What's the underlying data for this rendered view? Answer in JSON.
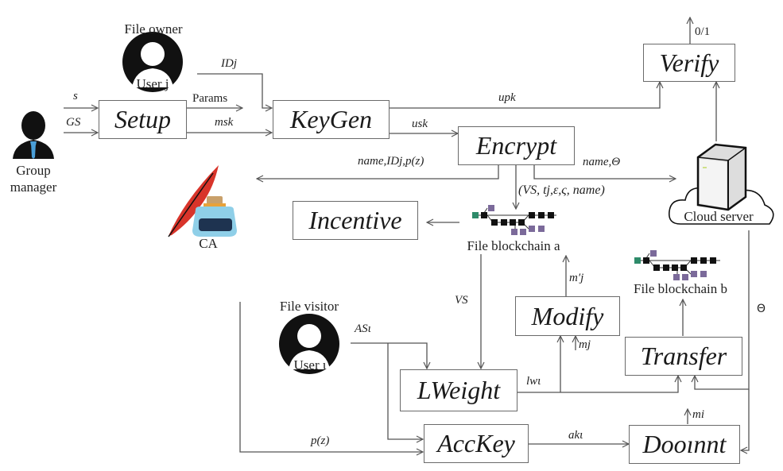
{
  "actors": {
    "group_manager": "Group\nmanager",
    "group_manager_line1": "Group",
    "group_manager_line2": "manager",
    "file_owner": "File owner",
    "user_j": "User j",
    "file_visitor": "File visitor",
    "user_i": "User ι",
    "ca": "CA",
    "cloud_server": "Cloud server"
  },
  "boxes": {
    "setup": "Setup",
    "keygen": "KeyGen",
    "encrypt": "Encrypt",
    "verify": "Verify",
    "incentive": "Incentive",
    "modify": "Modify",
    "transfer": "Transfer",
    "lweight": "LWeight",
    "acckey": "AccKey",
    "decrypt": "Dooınnt"
  },
  "blockchains": {
    "a": "File blockchain a",
    "b": "File blockchain b"
  },
  "edges": {
    "s": "s",
    "gs": "GS",
    "idj": "IDj",
    "params": "Params",
    "msk": "msk",
    "upk": "upk",
    "usk": "usk",
    "to_ca": "name,IDj,p(z)",
    "to_cloud": "name,Θ",
    "to_chain": "(VS, tj,ε,ς, name)",
    "verify_out": "0/1",
    "vs": "VS",
    "mj_prime": "m′j",
    "mj": "mj",
    "asi": "ASι",
    "lwi": "lwι",
    "theta": "Θ",
    "pz": "p(z)",
    "aki": "akι",
    "mi": "mi"
  },
  "colors": {
    "line": "#555555",
    "ink": "#1a1a1a",
    "block_black": "#111111",
    "block_purple": "#7b6a9a",
    "block_green": "#2e8b6a",
    "tie_blue": "#4a9fd8",
    "quill_red": "#d8342a",
    "ink_bottle": "#8fcfe8",
    "ink_dark": "#1e3350"
  }
}
